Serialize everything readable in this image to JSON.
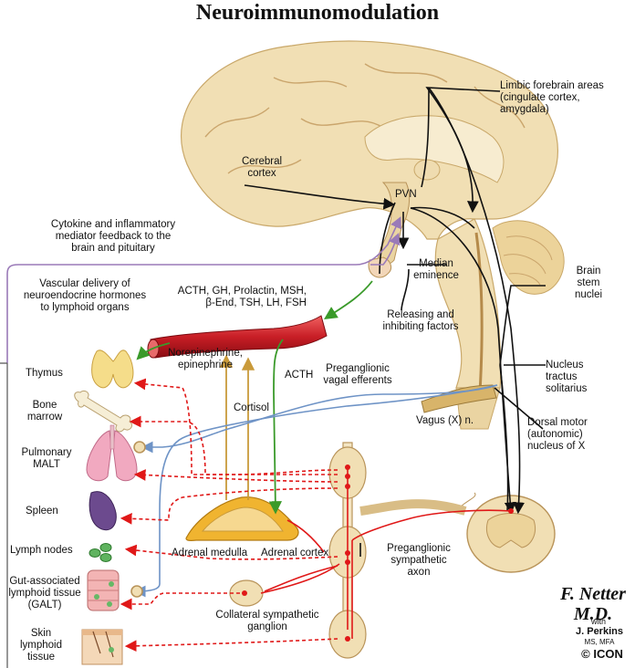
{
  "title": "Neuroimmunomodulation",
  "labels": {
    "limbic": "Limbic forebrain areas\n(cingulate cortex,\namygdala)",
    "cerebral_cortex": "Cerebral\ncortex",
    "pvn": "PVN",
    "cytokine_feedback": "Cytokine and inflammatory\nmediator feedback to the\nbrain and pituitary",
    "median_eminence": "Median\neminence",
    "releasing_factors": "Releasing and\ninhibiting factors",
    "brain_stem_nuclei": "Brain\nstem\nnuclei",
    "vascular_delivery": "Vascular delivery of\nneuroendocrine hormones\nto lymphoid organs",
    "hormones": "ACTH, GH, Prolactin, MSH,\nβ-End, TSH, LH, FSH",
    "norepinephrine": "Norepinephrine,\nepinephrine",
    "acth": "ACTH",
    "cortisol": "Cortisol",
    "preganglionic_vagal": "Preganglionic\nvagal efferents",
    "nucleus_tractus": "Nucleus\ntractus\nsolitarius",
    "vagus": "Vagus (X) n.",
    "dorsal_motor": "Dorsal motor\n(autonomic)\nnucleus of X",
    "thymus": "Thymus",
    "bone_marrow": "Bone\nmarrow",
    "pulmonary_malt": "Pulmonary\nMALT",
    "spleen": "Spleen",
    "lymph_nodes": "Lymph nodes",
    "galt": "Gut-associated\nlymphoid tissue\n(GALT)",
    "skin": "Skin\nlymphoid\ntissue",
    "adrenal_medulla": "Adrenal medulla",
    "adrenal_cortex": "Adrenal cortex",
    "preganglionic_sympathetic": "Preganglionic\nsympathetic\naxon",
    "collateral_ganglion": "Collateral sympathetic\nganglion"
  },
  "signature": {
    "artist": "F. Netter M.D.",
    "with": "with",
    "collaborator": "J. Perkins",
    "credentials": "MS, MFA",
    "copyright": "© ICON"
  },
  "colors": {
    "brain": "#f1dfb4",
    "brain_dark": "#d9bd86",
    "sympathetic": "#e01818",
    "vagal": "#6e93c6",
    "feedback": "#9a7ab8",
    "acth": "#3a9a2a",
    "cortisol": "#c99a3a",
    "vessel": "#c81e26"
  }
}
